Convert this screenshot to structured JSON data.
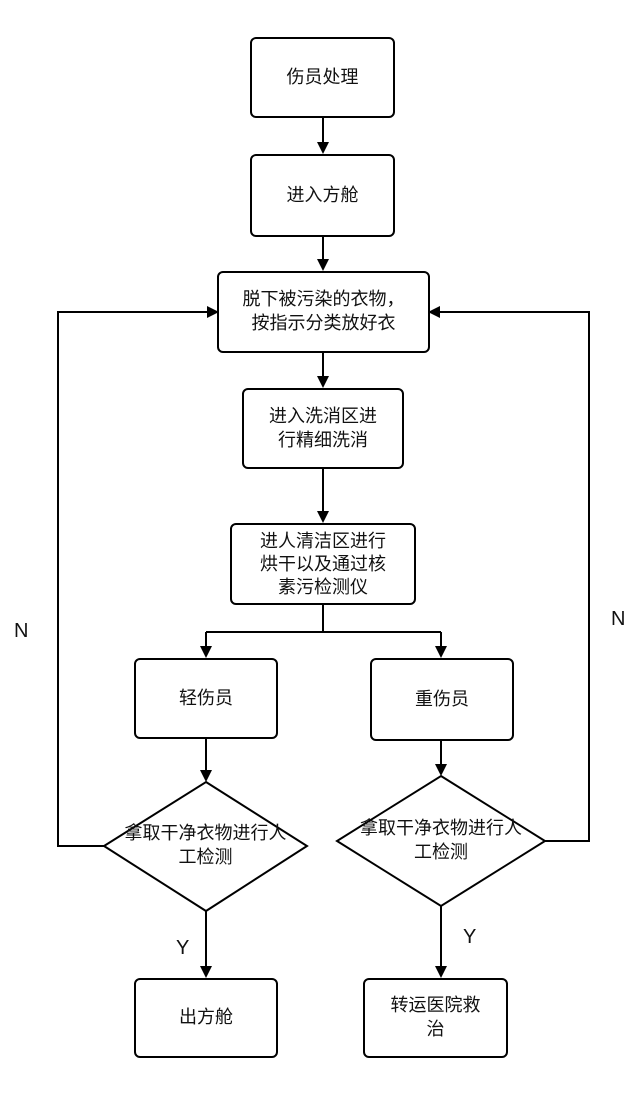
{
  "nodes": {
    "start": "伤员处理",
    "enter": "进入方舱",
    "undress": "脱下被污染的衣物，\n按指示分类放好衣",
    "wash": "进入洗消区进\n行精细洗消",
    "clean": "进人清洁区进行\n烘干以及通过核\n素污检测仪",
    "light": "轻伤员",
    "heavy": "重伤员",
    "check_left": "拿取干净衣物进行人\n工检测",
    "check_right": "拿取干净衣物进行人\n工检测",
    "exit": "出方舱",
    "transfer": "转运医院救\n治"
  },
  "edge_labels": {
    "left_no": "N",
    "right_no": "N",
    "left_yes": "Y",
    "right_yes": "Y"
  },
  "colors": {
    "stroke": "#000000",
    "fill": "#ffffff",
    "text": "#111111"
  }
}
